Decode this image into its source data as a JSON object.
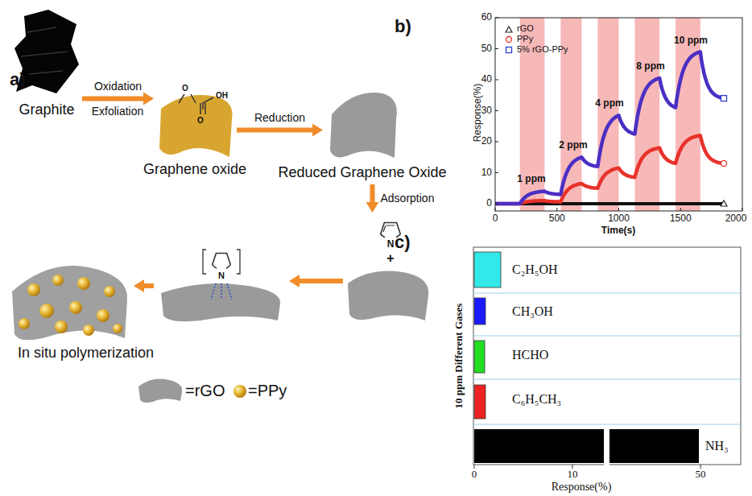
{
  "diagram": {
    "nodes": [
      {
        "text": [
          "Graphite"
        ]
      },
      {
        "text": [
          "Graphene oxide",
          "O",
          "OH",
          "O"
        ]
      },
      {
        "text": [
          "Reduced Graphene Oxide"
        ]
      },
      {
        "text": [
          "N",
          "+"
        ]
      },
      {
        "text": [
          "N"
        ]
      },
      {
        "text": [
          "In situ polymerization"
        ]
      }
    ],
    "edges": [
      {
        "from": 0,
        "to": 1,
        "arrow": "to",
        "label": "Oxidation"
      },
      {
        "from": 1,
        "to": 2,
        "arrow": "to",
        "label": "Reduction"
      },
      {
        "from": 2,
        "to": 3,
        "arrow": "to",
        "label": "Adsorption"
      },
      {
        "from": 3,
        "to": 4,
        "arrow": "to"
      },
      {
        "from": 4,
        "to": 5,
        "arrow": "to"
      }
    ],
    "labels": [
      "a)",
      "Exfoliation",
      "b)",
      "1 ppm",
      "2 ppm",
      "4 ppm",
      "8 ppm",
      "10 ppm",
      "Response(%)",
      "Time(s)",
      "0",
      "10",
      "20",
      "30",
      "40",
      "50",
      "60",
      "0",
      "500",
      "1000",
      "1500",
      "2000",
      "c)",
      "C₂H₅OH",
      "CH₃OH",
      "HCHO",
      "C₆H₅CH₃",
      "NH₃",
      "10 ppm Different Gases",
      "0",
      "10",
      "50",
      "Response(%)"
    ],
    "legend": [
      {
        "text": "rGO"
      },
      {
        "text": "PPy"
      },
      {
        "text": "5% rGO-PPy"
      },
      {
        "text": "=rGO"
      },
      {
        "text": "=PPy"
      }
    ]
  }
}
